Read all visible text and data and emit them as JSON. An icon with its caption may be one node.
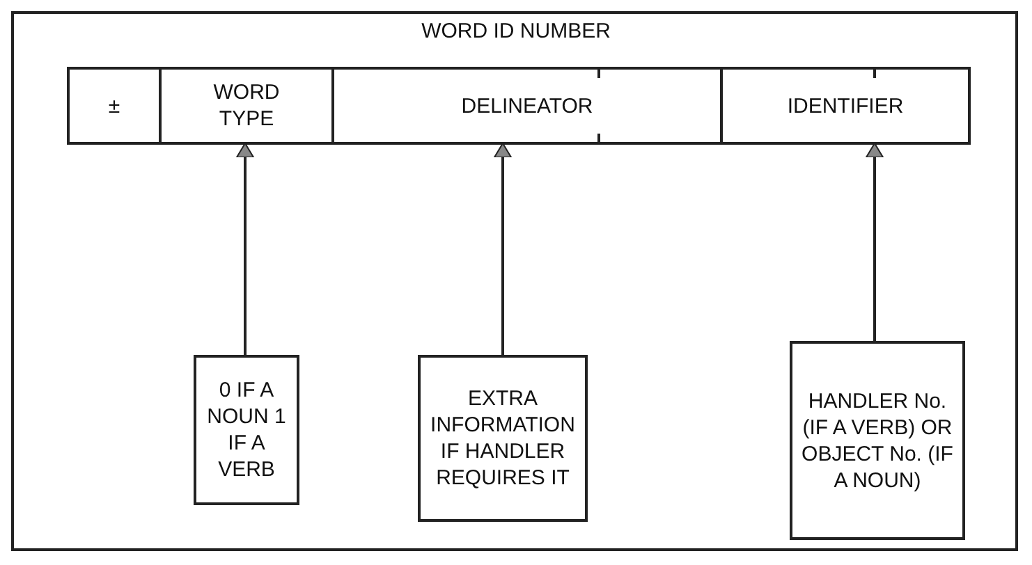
{
  "diagram": {
    "title": "WORD ID NUMBER",
    "nodes": [
      {
        "text": [
          "±"
        ]
      },
      {
        "text": [
          "WORD TYPE"
        ]
      },
      {
        "text": [
          "DELINEATOR"
        ]
      },
      {
        "text": [
          "IDENTIFIER"
        ]
      },
      {
        "text": [
          "0 IF A NOUN 1 IF A VERB"
        ]
      },
      {
        "text": [
          "EXTRA INFORMATION IF HANDLER REQUIRES IT"
        ]
      },
      {
        "text": [
          "HANDLER No. (IF A VERB) OR OBJECT No. (IF A NOUN)"
        ]
      }
    ],
    "edges": [
      {
        "from": 4,
        "to": 1,
        "arrow": "to"
      },
      {
        "from": 5,
        "to": 2,
        "arrow": "to"
      },
      {
        "from": 6,
        "to": 3,
        "arrow": "to"
      }
    ]
  }
}
